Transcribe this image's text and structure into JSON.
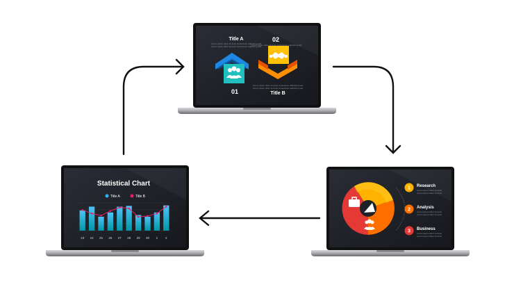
{
  "top_laptop": {
    "title_a": "Title A",
    "title_b": "Title B",
    "num_01": "01",
    "num_02": "02",
    "lorem": "Lorem ipsum dolor sit amet consectetur adipiscing sed",
    "colors": {
      "blue": "#1e88e5",
      "teal": "#26c6c6",
      "orange": "#ff8f00",
      "yellow": "#ffc107"
    }
  },
  "right_laptop": {
    "steps": [
      {
        "num": "1",
        "label": "Research",
        "color": "#ffb300"
      },
      {
        "num": "2",
        "label": "Analysis",
        "color": "#ff6f00"
      },
      {
        "num": "3",
        "label": "Business",
        "color": "#e53935"
      }
    ],
    "lorem": "Lorem ipsum dolor sit amet"
  },
  "left_laptop": {
    "title": "Statistical Chart",
    "legend": [
      {
        "label": "Title A",
        "color": "#29b6f6"
      },
      {
        "label": "Title B",
        "color": "#e91e63"
      }
    ]
  },
  "chart_data": {
    "type": "bar",
    "title": "Statistical Chart",
    "categories": [
      "23",
      "24",
      "25",
      "26",
      "27",
      "28",
      "29",
      "30",
      "1",
      "2"
    ],
    "series": [
      {
        "name": "Title A",
        "values": [
          80,
          95,
          55,
          72,
          95,
          98,
          62,
          55,
          72,
          100
        ]
      },
      {
        "name": "Title B",
        "values": [
          82,
          68,
          60,
          78,
          92,
          88,
          55,
          58,
          68,
          95
        ]
      }
    ],
    "ylim": [
      0,
      110
    ]
  },
  "icons": {
    "arrows": "cycle-arrows",
    "people": "people-icon",
    "handshake": "handshake-icon",
    "briefcase": "briefcase-icon",
    "pie": "pie-chart-icon"
  }
}
